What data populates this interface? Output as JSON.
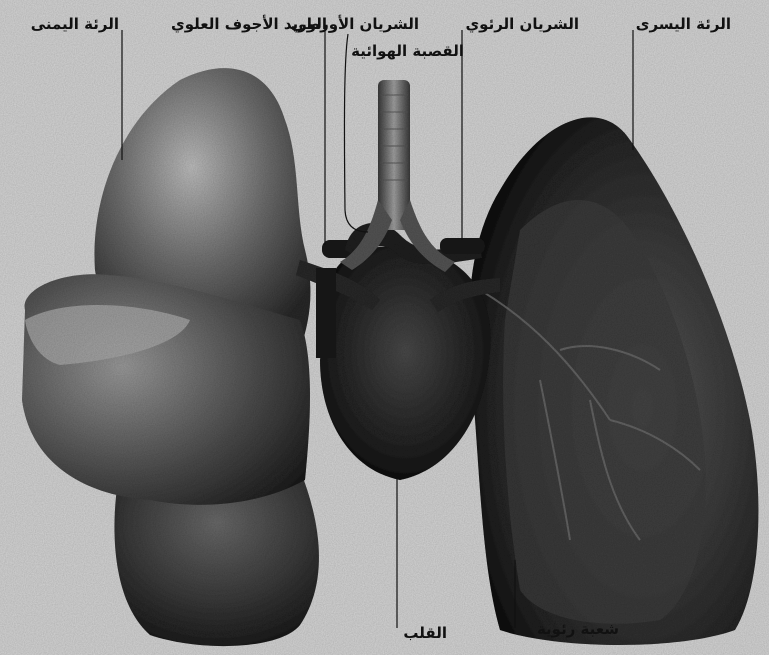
{
  "labels": {
    "right_lung": "الرئة اليمنى",
    "superior_vena_cava": "الوريد الأجوف العلوي",
    "aorta": "الشريان الأورطي",
    "pulmonary_artery": "الشريان الرئوي",
    "trachea": "القصبة الهوائية",
    "left_lung": "الرئة اليسرى",
    "heart": "القلب",
    "bronchiole": "شعبة رئوية"
  }
}
